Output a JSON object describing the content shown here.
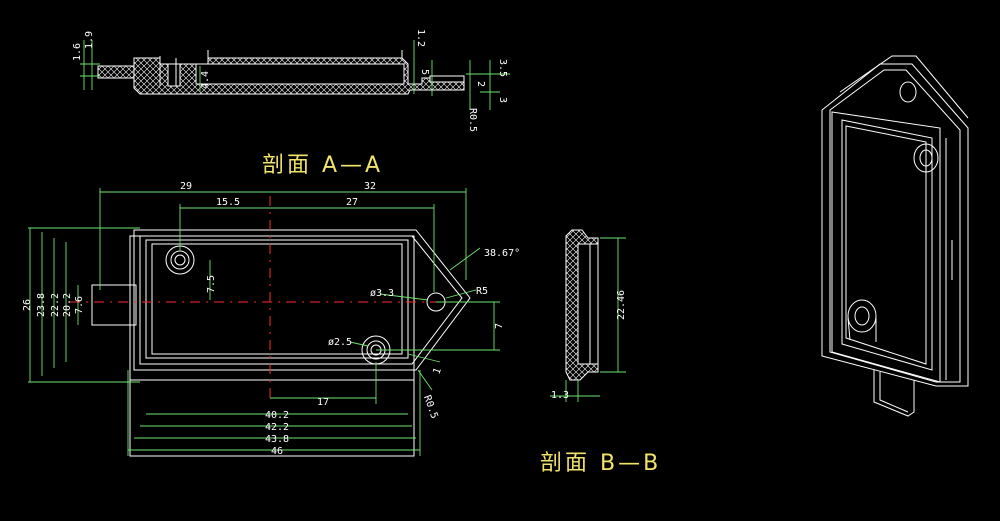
{
  "colors": {
    "background": "#000000",
    "outline": "#ffffff",
    "dimension": "#6ee56e",
    "centerline": "#ff2a2a",
    "title": "#f2e46a"
  },
  "section_aa": {
    "title": "剖面  A—A",
    "dims": {
      "d1_6": "1.6",
      "d1_9": "1.9",
      "d4_4": "4.4",
      "d1_2": "1.2",
      "d5": "5",
      "d2": "2",
      "d3_5": "3.5",
      "d3": "3",
      "r0_5": "R0.5"
    }
  },
  "plan_view": {
    "dims": {
      "w29": "29",
      "w32": "32",
      "w15_5": "15.5",
      "w27": "27",
      "angle": "38.67°",
      "h26": "26",
      "h23_8": "23.8",
      "h22_2": "22.2",
      "h20_2": "20.2",
      "h7_6": "7.6",
      "v7_5": "7.5",
      "dia3_3": "ø3.3",
      "r5": "R5",
      "dia2_5": "ø2.5",
      "v7": "7",
      "one": "1",
      "r0_5": "R0.5",
      "w17": "17",
      "w40_2": "40.2",
      "w42_2": "42.2",
      "w43_8": "43.8",
      "w46": "46"
    }
  },
  "section_bb": {
    "title": "剖面  B—B",
    "dims": {
      "h22_46": "22.46",
      "w1_3": "1.3"
    }
  }
}
